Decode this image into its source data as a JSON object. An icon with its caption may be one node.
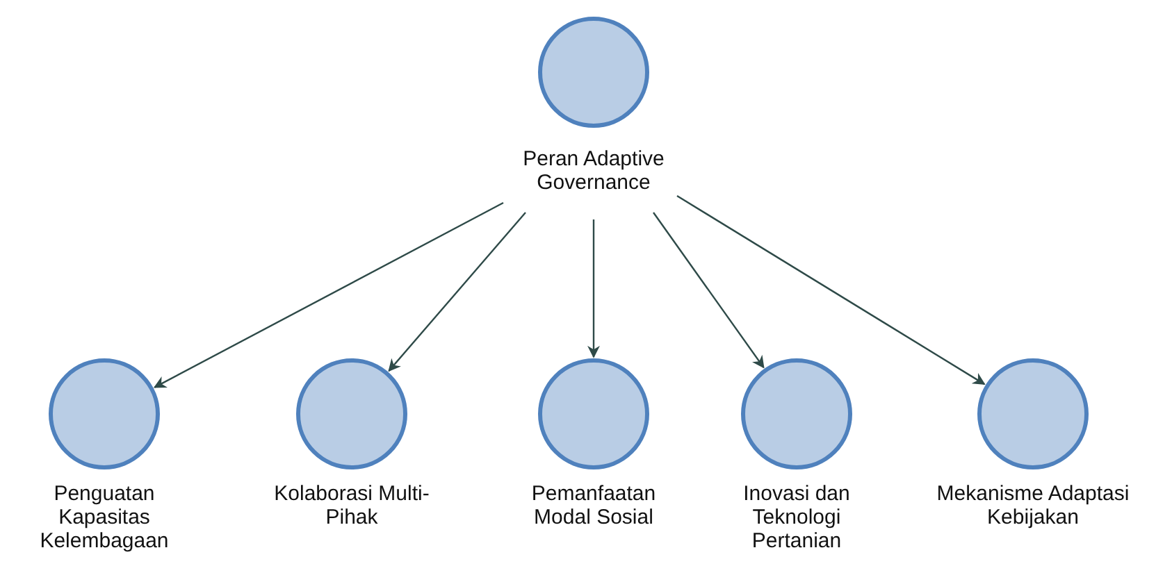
{
  "diagram": {
    "nodes": [
      {
        "text": [
          "Peran Adaptive Governance"
        ]
      },
      {
        "text": [
          "Penguatan Kapasitas Kelembagaan"
        ]
      },
      {
        "text": [
          "Kolaborasi Multi-Pihak"
        ]
      },
      {
        "text": [
          "Pemanfaatan Modal Sosial"
        ]
      },
      {
        "text": [
          "Inovasi dan Teknologi Pertanian"
        ]
      },
      {
        "text": [
          "Mekanisme Adaptasi Kebijakan"
        ]
      }
    ],
    "edges": [
      {
        "from": 0,
        "to": 1,
        "arrow": "to"
      },
      {
        "from": 0,
        "to": 2,
        "arrow": "to"
      },
      {
        "from": 0,
        "to": 3,
        "arrow": "to"
      },
      {
        "from": 0,
        "to": 4,
        "arrow": "to"
      },
      {
        "from": 0,
        "to": 5,
        "arrow": "to"
      }
    ]
  }
}
